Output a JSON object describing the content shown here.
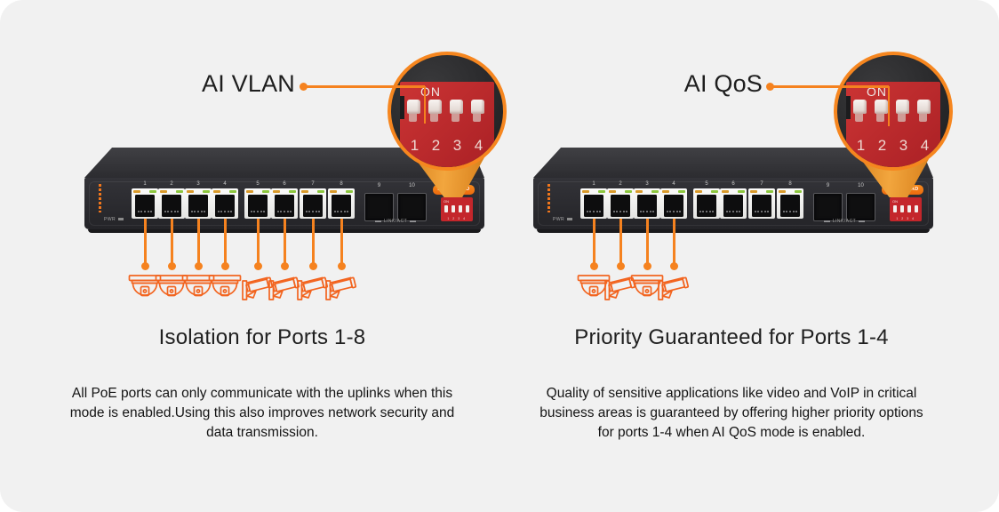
{
  "colors": {
    "background": "#f1f1f1",
    "accent_orange": "#f5821f",
    "camera_icon_orange": "#f2641f",
    "dip_red": "#c22b2e",
    "led_yellow": "#d99a2b",
    "led_green": "#8cc63e",
    "text_dark": "#1e1e1e"
  },
  "panels": [
    {
      "callout_label": "AI VLAN",
      "magnifier": {
        "on_label": "ON",
        "switch_numbers": [
          "1",
          "2",
          "3",
          "4"
        ]
      },
      "device": {
        "port_numbers": [
          "1",
          "2",
          "3",
          "4",
          "5",
          "6",
          "7",
          "8"
        ],
        "sfp_numbers": [
          "9",
          "10"
        ],
        "sfp_status_label": "LINK/ACT",
        "power_label": "PWR",
        "brand": "FIBERROAD",
        "dip_on_label": "ON",
        "dip_numbers": "1 2 3 4"
      },
      "connected_ports": [
        1,
        2,
        3,
        4,
        5,
        6,
        7,
        8
      ],
      "cameras": [
        "dome",
        "dome",
        "dome",
        "dome",
        "bullet",
        "bullet",
        "bullet",
        "bullet"
      ],
      "heading": "Isolation for Ports 1-8",
      "body": "All PoE ports can only communicate with the uplinks when this mode is enabled.Using this also improves network security and data transmission."
    },
    {
      "callout_label": "AI QoS",
      "magnifier": {
        "on_label": "ON",
        "switch_numbers": [
          "1",
          "2",
          "3",
          "4"
        ]
      },
      "device": {
        "port_numbers": [
          "1",
          "2",
          "3",
          "4",
          "5",
          "6",
          "7",
          "8"
        ],
        "sfp_numbers": [
          "9",
          "10"
        ],
        "sfp_status_label": "LINK/ACT",
        "power_label": "PWR",
        "brand": "FIBERROAD",
        "dip_on_label": "ON",
        "dip_numbers": "1 2 3 4"
      },
      "connected_ports": [
        1,
        2,
        3,
        4
      ],
      "cameras": [
        "dome",
        "bullet",
        "dome",
        "bullet"
      ],
      "heading": "Priority Guaranteed for Ports 1-4",
      "body": "Quality of sensitive applications like video  and VoIP in critical business areas is guaranteed by offering higher priority options for ports 1-4 when AI QoS mode is enabled."
    }
  ]
}
